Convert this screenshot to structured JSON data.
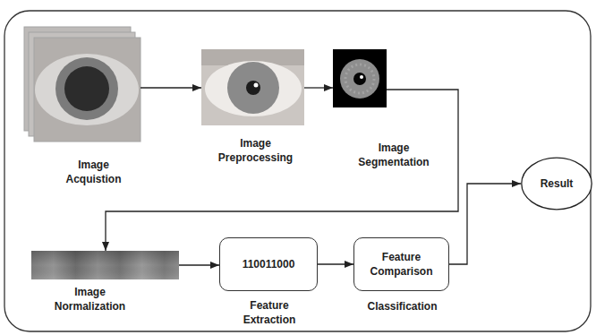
{
  "diagram": {
    "nodes": [
      {
        "text": [
          "Image Acquistion"
        ]
      },
      {
        "text": [
          "Image Preprocessing"
        ]
      },
      {
        "text": [
          "Image Segmentation"
        ]
      },
      {
        "text": [
          "Image Normalization"
        ]
      },
      {
        "text": [
          "110011000",
          "Feature Extraction"
        ]
      },
      {
        "text": [
          "Feature Comparison",
          "Classification"
        ]
      },
      {
        "text": [
          "Result"
        ]
      }
    ],
    "edges": [
      {
        "from": 0,
        "to": 1,
        "arrow": "to"
      },
      {
        "from": 1,
        "to": 2,
        "arrow": "to"
      },
      {
        "from": 2,
        "to": 3,
        "arrow": "to"
      },
      {
        "from": 3,
        "to": 4,
        "arrow": "to"
      },
      {
        "from": 4,
        "to": 5,
        "arrow": "to"
      },
      {
        "from": 5,
        "to": 6,
        "arrow": "to"
      }
    ]
  }
}
